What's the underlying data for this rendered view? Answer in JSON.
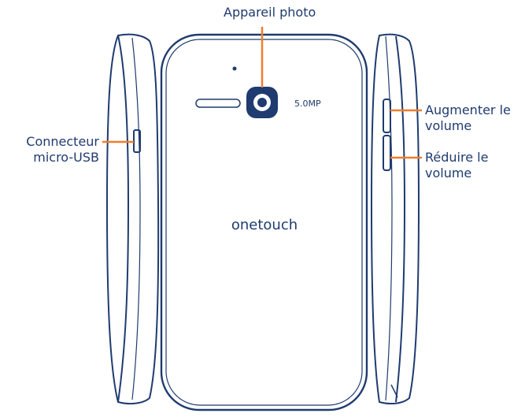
{
  "labels": {
    "camera": "Appareil photo",
    "usb": [
      "Connecteur",
      "micro-USB"
    ],
    "volume_up": [
      "Augmenter le",
      "volume"
    ],
    "volume_down": [
      "Réduire le",
      "volume"
    ]
  },
  "phone": {
    "brand": "onetouch",
    "camera_spec": "5.0MP"
  },
  "colors": {
    "outline": "#1f3b6f",
    "callout": "#f07d2b",
    "text": "#1f3b6f"
  }
}
